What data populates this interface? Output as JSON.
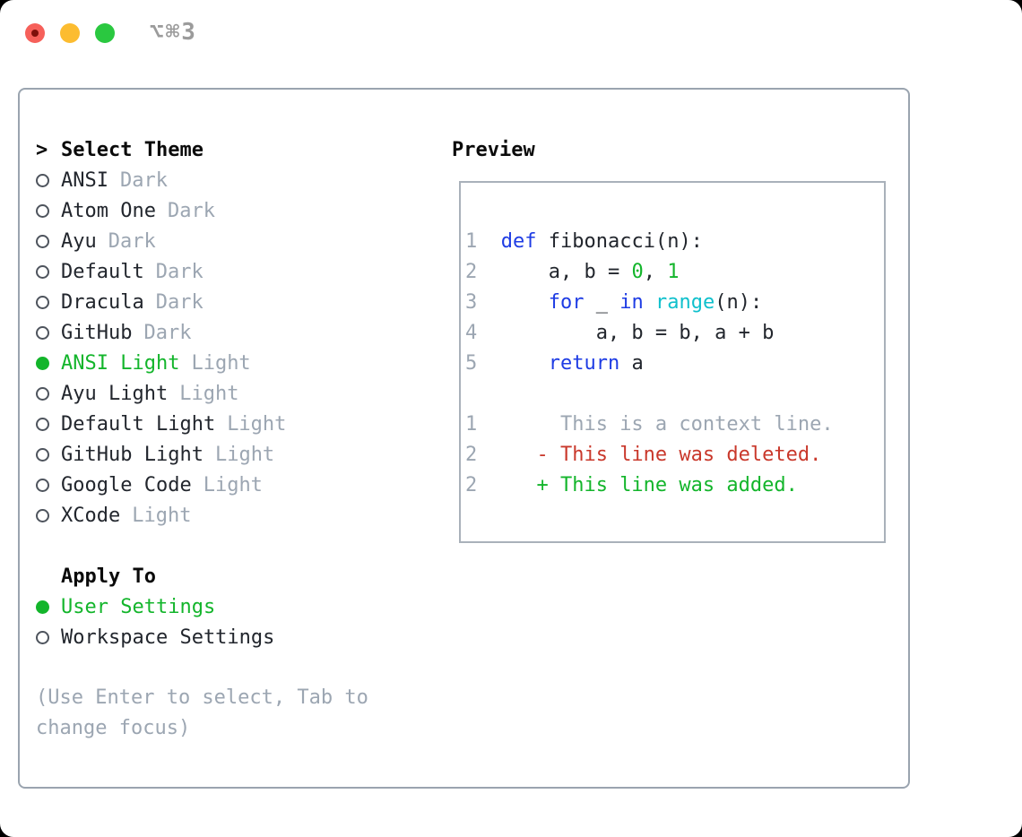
{
  "window": {
    "title": "⌥⌘3",
    "traffic_lights": [
      "close",
      "minimize",
      "zoom"
    ]
  },
  "colors": {
    "foreground": "#22262d",
    "muted_gray": "#9ca6b2",
    "green": "#13b52b",
    "red": "#c9382b",
    "blue": "#1e3ce4",
    "cyan": "#0fc0cc",
    "panel_border": "#9aa4af",
    "close_red": "#f6605a",
    "minimize_yellow": "#fcbc30",
    "zoom_green": "#2ac840"
  },
  "theme_picker": {
    "header_marker": ">",
    "header": "Select Theme",
    "items": [
      {
        "label": "ANSI",
        "variant": "Dark",
        "selected": false
      },
      {
        "label": "Atom One",
        "variant": "Dark",
        "selected": false
      },
      {
        "label": "Ayu",
        "variant": "Dark",
        "selected": false
      },
      {
        "label": "Default",
        "variant": "Dark",
        "selected": false
      },
      {
        "label": "Dracula",
        "variant": "Dark",
        "selected": false
      },
      {
        "label": "GitHub",
        "variant": "Dark",
        "selected": false
      },
      {
        "label": "ANSI Light",
        "variant": "Light",
        "selected": true
      },
      {
        "label": "Ayu Light",
        "variant": "Light",
        "selected": false
      },
      {
        "label": "Default Light",
        "variant": "Light",
        "selected": false
      },
      {
        "label": "GitHub Light",
        "variant": "Light",
        "selected": false
      },
      {
        "label": "Google Code",
        "variant": "Light",
        "selected": false
      },
      {
        "label": "XCode",
        "variant": "Light",
        "selected": false
      }
    ],
    "apply_to": {
      "header": "Apply To",
      "options": [
        {
          "label": "User Settings",
          "selected": true
        },
        {
          "label": "Workspace Settings",
          "selected": false
        }
      ]
    },
    "hint": "(Use Enter to select, Tab to change focus)"
  },
  "preview": {
    "title": "Preview",
    "code_lines": [
      {
        "num": "1",
        "segments": [
          {
            "t": "  ",
            "c": "fg"
          },
          {
            "t": "def",
            "c": "blue"
          },
          {
            "t": " fibonacci(n):",
            "c": "fg"
          }
        ]
      },
      {
        "num": "2",
        "segments": [
          {
            "t": "      a, b = ",
            "c": "fg"
          },
          {
            "t": "0",
            "c": "green"
          },
          {
            "t": ", ",
            "c": "fg"
          },
          {
            "t": "1",
            "c": "green"
          }
        ]
      },
      {
        "num": "3",
        "segments": [
          {
            "t": "      ",
            "c": "fg"
          },
          {
            "t": "for",
            "c": "blue"
          },
          {
            "t": " _ ",
            "c": "fg"
          },
          {
            "t": "in",
            "c": "blue"
          },
          {
            "t": " ",
            "c": "fg"
          },
          {
            "t": "range",
            "c": "cyan"
          },
          {
            "t": "(n):",
            "c": "fg"
          }
        ]
      },
      {
        "num": "4",
        "segments": [
          {
            "t": "          a, b = b, a + b",
            "c": "fg"
          }
        ]
      },
      {
        "num": "5",
        "segments": [
          {
            "t": "      ",
            "c": "fg"
          },
          {
            "t": "return",
            "c": "blue"
          },
          {
            "t": " a",
            "c": "fg"
          }
        ]
      },
      {
        "num": "",
        "segments": []
      },
      {
        "num": "1",
        "segments": [
          {
            "t": "       This is a context line.",
            "c": "gray"
          }
        ]
      },
      {
        "num": "2",
        "segments": [
          {
            "t": "     - This line was deleted.",
            "c": "red"
          }
        ]
      },
      {
        "num": "2",
        "segments": [
          {
            "t": "     + This line was added.",
            "c": "green"
          }
        ]
      }
    ]
  }
}
